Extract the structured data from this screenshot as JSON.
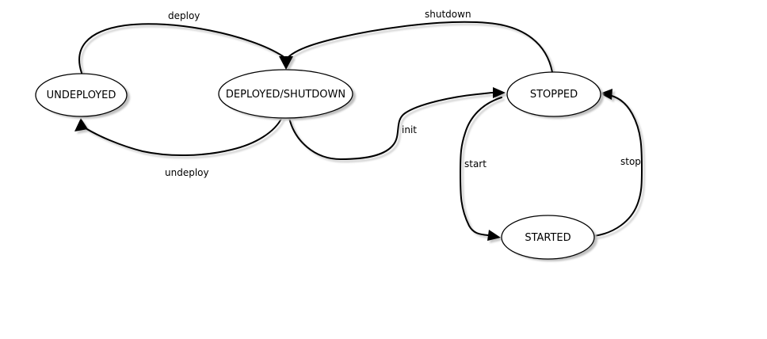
{
  "diagram": {
    "type": "state-machine",
    "background_color": "#ffffff",
    "node_fill_color": "#ffffff",
    "line_color": "#000000",
    "shadow_color": "#c0c0c0",
    "states": [
      {
        "label": "UNDEPLOYED"
      },
      {
        "label": "DEPLOYED/SHUTDOWN"
      },
      {
        "label": "STOPPED"
      },
      {
        "label": "STARTED"
      }
    ],
    "transitions": [
      {
        "label": "deploy",
        "from": "UNDEPLOYED",
        "to": "DEPLOYED/SHUTDOWN"
      },
      {
        "label": "shutdown",
        "from": "STOPPED",
        "to": "DEPLOYED/SHUTDOWN"
      },
      {
        "label": "undeploy",
        "from": "DEPLOYED/SHUTDOWN",
        "to": "UNDEPLOYED"
      },
      {
        "label": "init",
        "from": "DEPLOYED/SHUTDOWN",
        "to": "STOPPED"
      },
      {
        "label": "start",
        "from": "STOPPED",
        "to": "STARTED"
      },
      {
        "label": "stop",
        "from": "STARTED",
        "to": "STOPPED"
      }
    ]
  }
}
